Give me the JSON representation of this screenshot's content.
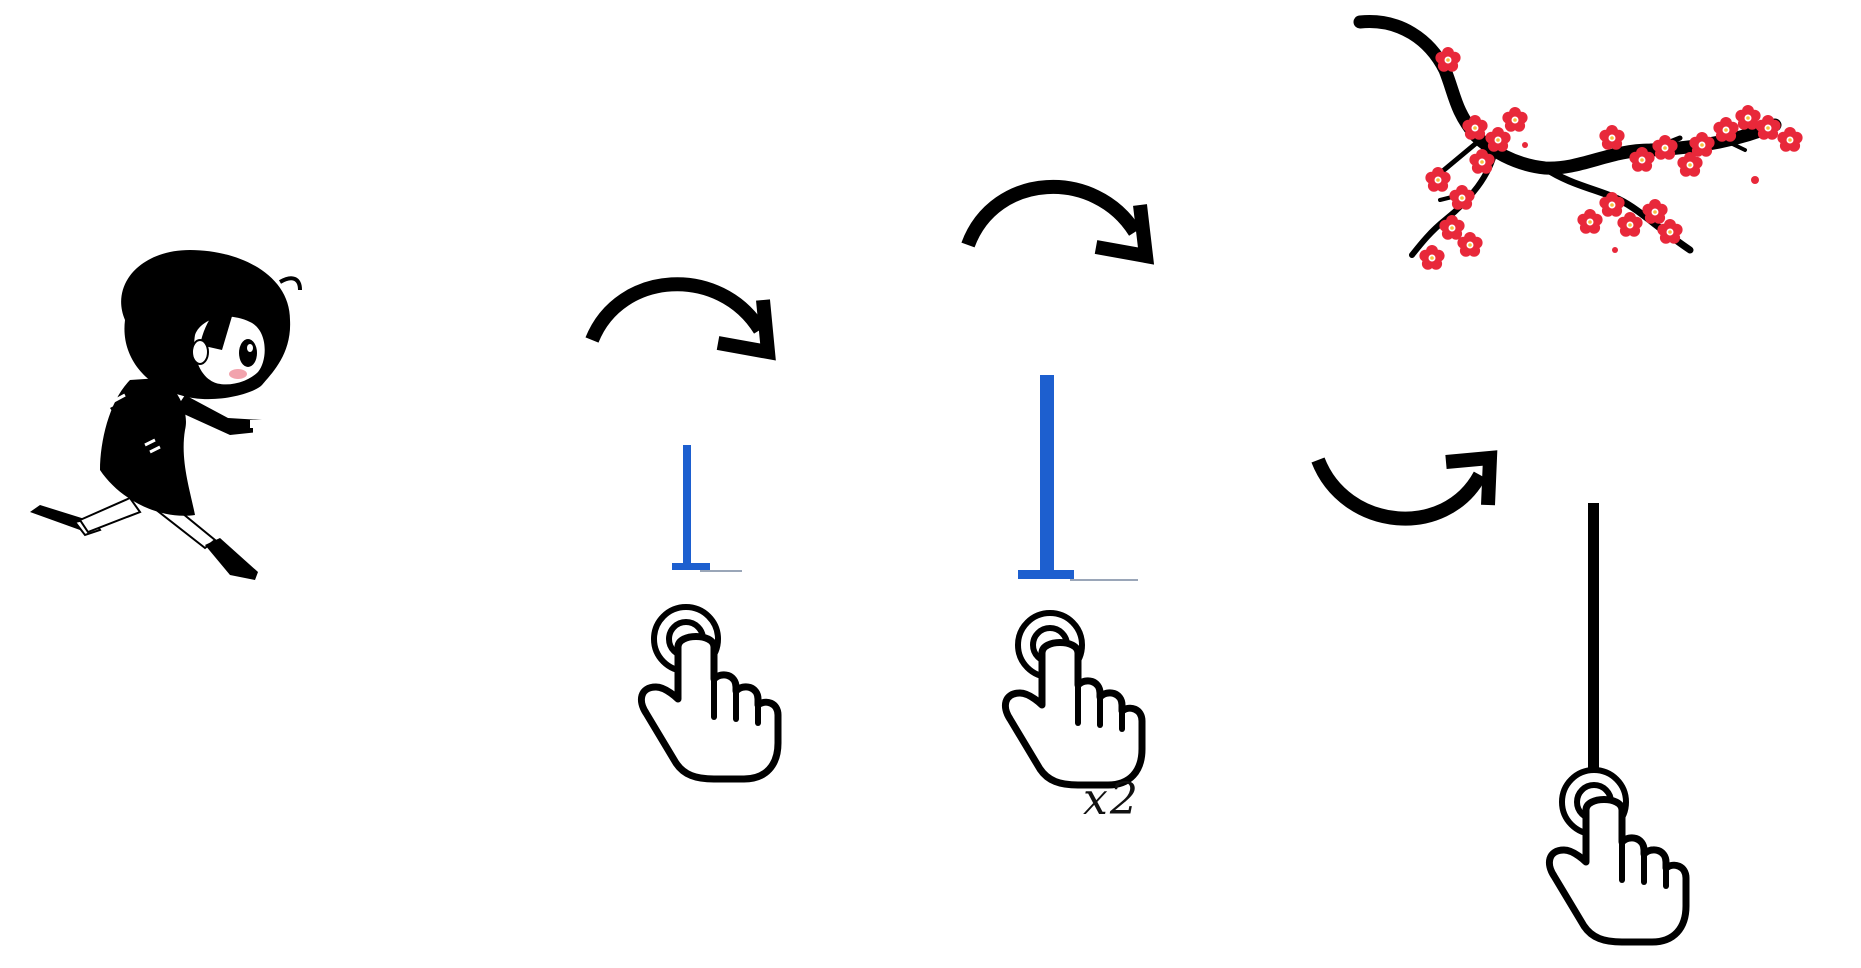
{
  "tutorial": {
    "steps": [
      {
        "action": "tap",
        "result": "short-stick"
      },
      {
        "action": "double-tap",
        "multiplier_label": "x2",
        "result": "long-stick"
      },
      {
        "action": "hold",
        "result": "vertical-line"
      }
    ]
  },
  "icons": {
    "character": "running-girl-icon",
    "rotate": "curved-arrow-icon",
    "gesture": "tap-hand-icon",
    "decoration": "cherry-blossom-branch-icon"
  },
  "colors": {
    "ink": "#000000",
    "stick_blue": "#1d5fcf",
    "blossom_red": "#e8283a",
    "blush": "#f2a3ad",
    "background": "#ffffff"
  }
}
